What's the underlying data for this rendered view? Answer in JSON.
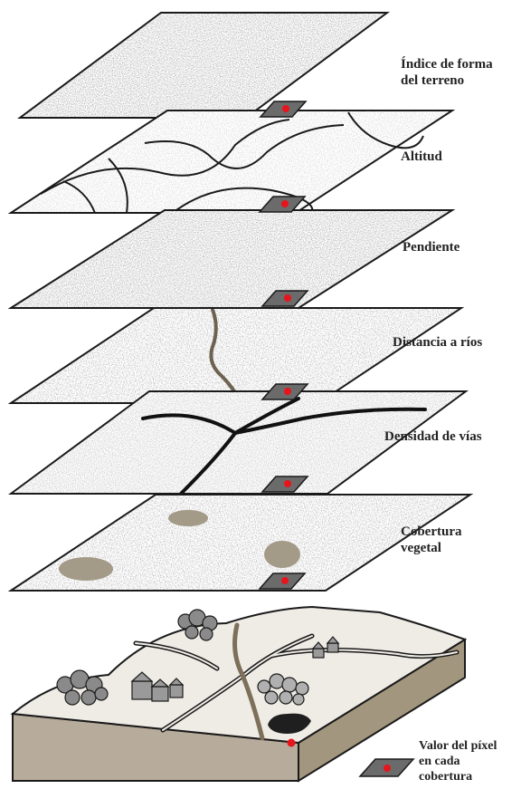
{
  "layers": [
    {
      "id": "landform",
      "label_lines": [
        "Índice de forma",
        "del terreno"
      ]
    },
    {
      "id": "altitude",
      "label_lines": [
        "Altitud"
      ]
    },
    {
      "id": "slope",
      "label_lines": [
        "Pendiente"
      ]
    },
    {
      "id": "river-distance",
      "label_lines": [
        "Distancia a ríos"
      ]
    },
    {
      "id": "road-density",
      "label_lines": [
        "Densidad de vías"
      ]
    },
    {
      "id": "vegetation",
      "label_lines": [
        "Cobertura",
        "vegetal"
      ]
    }
  ],
  "legend": {
    "label_lines": [
      "Valor del píxel",
      "en cada",
      "cobertura"
    ]
  },
  "colors": {
    "outline": "#1a1a1a",
    "pixel_fill": "#6b6b6b",
    "pixel_dot": "#e8141c",
    "speckle": "#9a9a9a",
    "vegetation_patch": "#a39a88",
    "block_side": "#b7ab9b"
  }
}
